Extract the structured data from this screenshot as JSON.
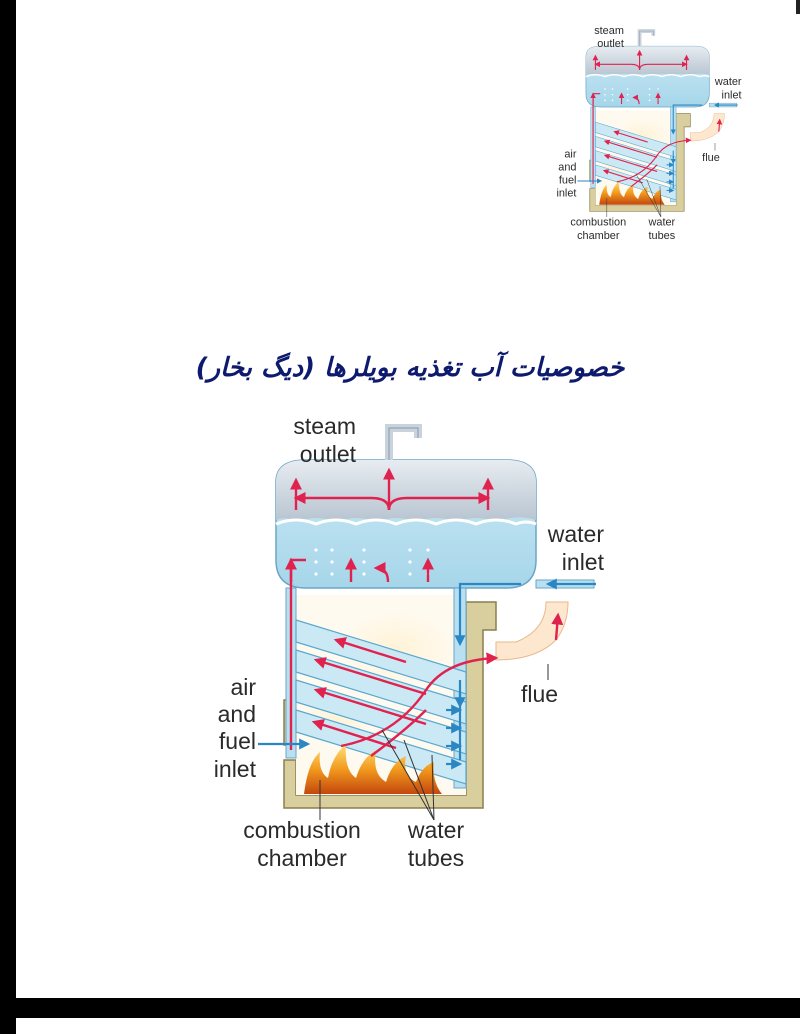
{
  "page": {
    "title": "خصوصیات آب تغذیه بویلرها (دیگ بخار)"
  },
  "diagram_labels": {
    "steam_outlet": [
      "steam",
      "outlet"
    ],
    "water_inlet": [
      "water",
      "inlet"
    ],
    "flue": "flue",
    "air_fuel_inlet": [
      "air",
      "and",
      "fuel",
      "inlet"
    ],
    "combustion_chamber": [
      "combustion",
      "chamber"
    ],
    "water_tubes": [
      "water",
      "tubes"
    ]
  },
  "colors": {
    "title": "#0d1a6e",
    "water": "#b9e0f0",
    "steam": "#c9d3dd",
    "tube_edge": "#5aa9cf",
    "hot_arrow": "#e0224f",
    "cold_arrow": "#2b86c4",
    "casing": "#d9cf9e",
    "flame": "#f29a1e"
  }
}
